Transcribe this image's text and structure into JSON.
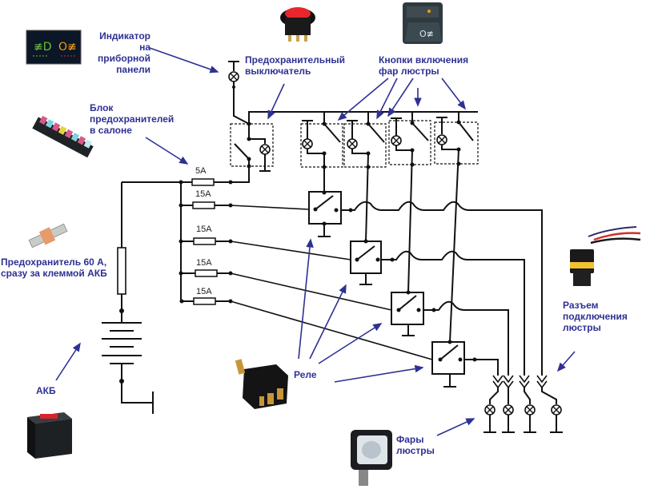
{
  "labels": {
    "indicator": [
      "Индикатор",
      "на приборной",
      "панели"
    ],
    "fuse_switch": [
      "Предохранительный",
      "выключатель"
    ],
    "light_buttons": [
      "Кнопки включения",
      "фар люстры"
    ],
    "fuse_block": [
      "Блок",
      "предохранителей",
      "в салоне"
    ],
    "main_fuse": [
      "Предохранитель 60 А,",
      "сразу за клеммой АКБ"
    ],
    "battery": "АКБ",
    "relay": "Реле",
    "connector": [
      "Разъем",
      "подключения",
      "люстры"
    ],
    "headlights": [
      "Фары",
      "люстры"
    ]
  },
  "fuses": [
    "5A",
    "15A",
    "15A",
    "15A",
    "15A"
  ],
  "colors": {
    "label": "#2e3192",
    "wire": "#111111",
    "indicator_green": "#6cbf3c",
    "indicator_orange": "#f39c12",
    "switch_red": "#e8262b"
  },
  "icons": {
    "indicator_photo": "dashboard-indicator-icon",
    "rocker_switch_photo": "rocker-switch-icon",
    "fog_button_photo": "fog-light-button-icon",
    "fuse_block_photo": "fuse-block-icon",
    "main_fuse_photo": "blade-fuse-icon",
    "battery_photo": "car-battery-icon",
    "relay_photo": "relay-icon",
    "connector_photo": "connector-plug-icon",
    "headlight_photo": "work-light-icon"
  }
}
